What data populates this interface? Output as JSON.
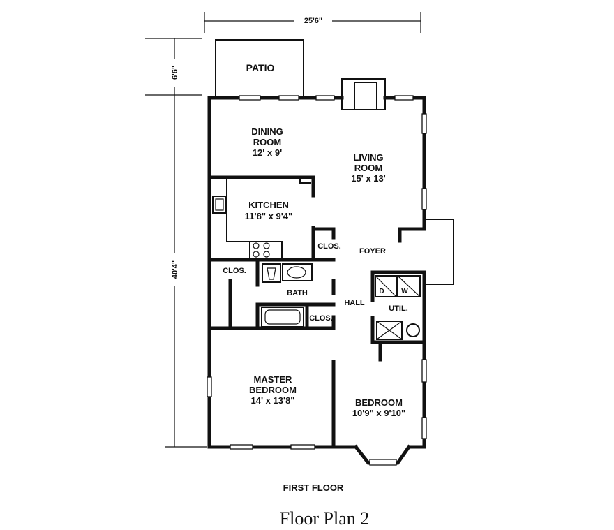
{
  "dimensions": {
    "width": "25'6\"",
    "patio_depth": "6'6\"",
    "length": "40'4\""
  },
  "rooms": {
    "patio": {
      "name": "PATIO"
    },
    "dining": {
      "name_line1": "DINING",
      "name_line2": "ROOM",
      "size": "12' x 9'"
    },
    "living": {
      "name_line1": "LIVING",
      "name_line2": "ROOM",
      "size": "15' x 13'"
    },
    "kitchen": {
      "name": "KITCHEN",
      "size": "11'8\" x 9'4\""
    },
    "closet_kitchen": {
      "name": "CLOS."
    },
    "foyer": {
      "name": "FOYER"
    },
    "closet_left": {
      "name": "CLOS."
    },
    "bath": {
      "name": "BATH"
    },
    "hall": {
      "name": "HALL"
    },
    "closet_hall": {
      "name": "CLOS."
    },
    "utility": {
      "name": "UTIL."
    },
    "master": {
      "name_line1": "MASTER",
      "name_line2": "BEDROOM",
      "size": "14' x 13'8\""
    },
    "bedroom": {
      "name": "BEDROOM",
      "size": "10'9\" x 9'10\""
    }
  },
  "appliances": {
    "dryer": "D",
    "washer": "W"
  },
  "floor_label": "FIRST FLOOR",
  "caption": "Floor Plan 2"
}
